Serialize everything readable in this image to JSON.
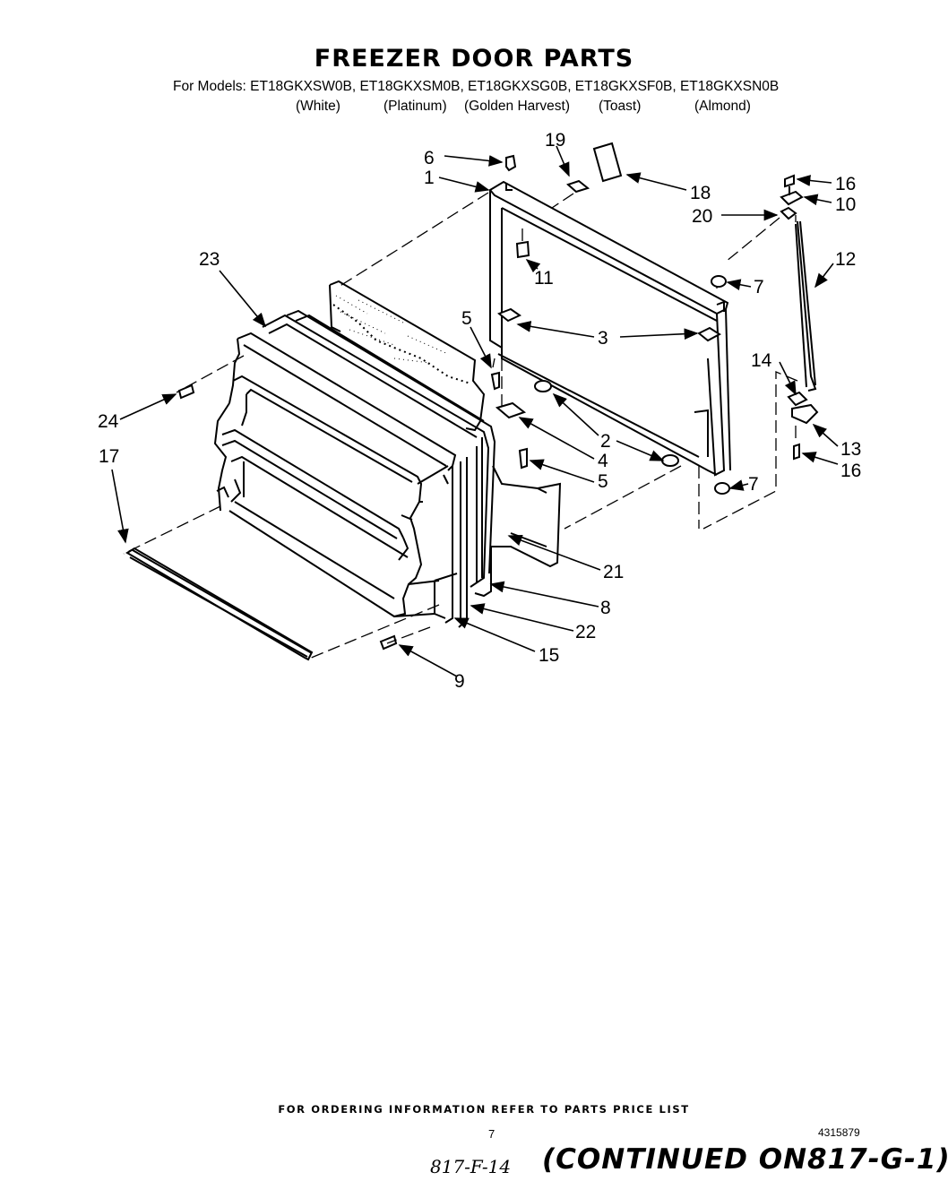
{
  "title": "FREEZER DOOR PARTS",
  "models_line": "For Models:  ET18GKXSW0B, ET18GKXSM0B, ET18GKXSG0B, ET18GKXSF0B, ET18GKXSN0B",
  "colors": [
    "(White)",
    "(Platinum)",
    "(Golden Harvest)",
    "(Toast)",
    "(Almond)"
  ],
  "callouts": [
    {
      "id": "6",
      "label": "6"
    },
    {
      "id": "1",
      "label": "1"
    },
    {
      "id": "19",
      "label": "19"
    },
    {
      "id": "18",
      "label": "18"
    },
    {
      "id": "16a",
      "label": "16"
    },
    {
      "id": "10",
      "label": "10"
    },
    {
      "id": "20",
      "label": "20"
    },
    {
      "id": "12",
      "label": "12"
    },
    {
      "id": "23",
      "label": "23"
    },
    {
      "id": "11",
      "label": "11"
    },
    {
      "id": "7a",
      "label": "7"
    },
    {
      "id": "5a",
      "label": "5"
    },
    {
      "id": "3",
      "label": "3"
    },
    {
      "id": "14",
      "label": "14"
    },
    {
      "id": "24",
      "label": "24"
    },
    {
      "id": "2",
      "label": "2"
    },
    {
      "id": "4",
      "label": "4"
    },
    {
      "id": "13",
      "label": "13"
    },
    {
      "id": "17",
      "label": "17"
    },
    {
      "id": "5b",
      "label": "5"
    },
    {
      "id": "16b",
      "label": "16"
    },
    {
      "id": "7b",
      "label": "7"
    },
    {
      "id": "21",
      "label": "21"
    },
    {
      "id": "8",
      "label": "8"
    },
    {
      "id": "22",
      "label": "22"
    },
    {
      "id": "15",
      "label": "15"
    },
    {
      "id": "9",
      "label": "9"
    }
  ],
  "footer": "FOR ORDERING INFORMATION REFER TO PARTS PRICE LIST",
  "page_number": "7",
  "doc_number": "4315879",
  "handwritten_ref": "817-F-14",
  "continued_note": "(CONTINUED ON817-G-1)"
}
